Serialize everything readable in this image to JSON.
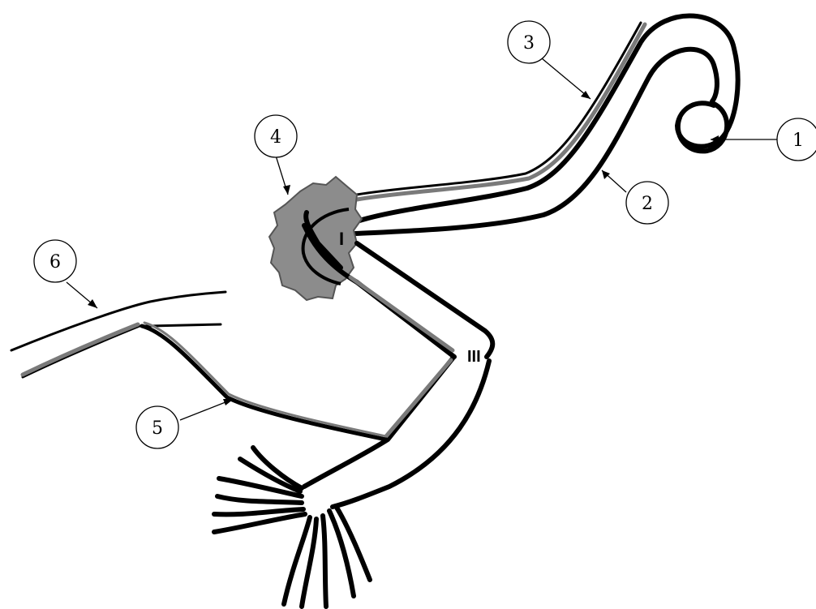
{
  "colors": {
    "background": "#ffffff",
    "outline": "#000000",
    "sheath": "#7a7a7a",
    "ganglion": "#8c8c8c",
    "callout_fill": "#ffffff"
  },
  "callouts": [
    {
      "id": "c1",
      "label": "1"
    },
    {
      "id": "c2",
      "label": "2"
    },
    {
      "id": "c3",
      "label": "3"
    },
    {
      "id": "c4",
      "label": "4"
    },
    {
      "id": "c5",
      "label": "5"
    },
    {
      "id": "c6",
      "label": "6"
    }
  ],
  "roman_marks": {
    "first": "I",
    "third": "III"
  }
}
